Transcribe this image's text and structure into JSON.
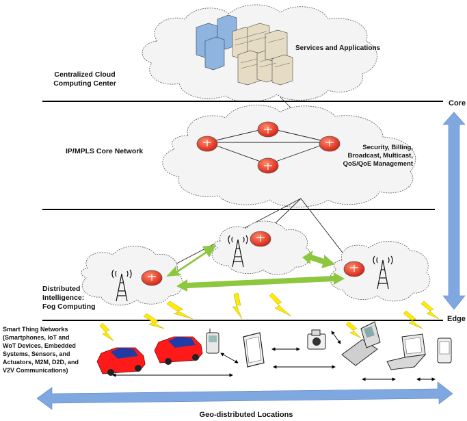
{
  "labels": {
    "services": "Services and Applications",
    "cloud_center": "Centralized Cloud\nComputing Center",
    "core_network": "IP/MPLS Core Network",
    "core_services": "Security, Billing,\nBroadcast, Multicast,\nQoS/QoE Management",
    "fog": "Distributed\nIntelligence:\nFog Computing",
    "smart_things": "Smart Thing Networks\n(Smartphones, IoT and\nWoT Devices, Embedded\nSystems, Sensors, and\nActuators, M2M, D2D, and\nV2V Communications)",
    "core_tier": "Core",
    "edge_tier": "Edge",
    "geo": "Geo-distributed Locations"
  },
  "colors": {
    "cloud_fill": "#f4f4f4",
    "router_fill": "#ff3b2f",
    "green_arrow": "#8dc63f",
    "blue_arrow": "#7fa7e0",
    "lightning": "#ffea00",
    "car": "#ff1a1a",
    "car_roof": "#1f3ca6"
  },
  "icons": [
    "server-stack-icon",
    "router-icon",
    "cell-tower-icon",
    "lightning-icon",
    "car-icon",
    "phone-icon",
    "tablet-icon",
    "camera-icon",
    "flip-phone-icon",
    "laptop-icon",
    "pda-icon"
  ]
}
